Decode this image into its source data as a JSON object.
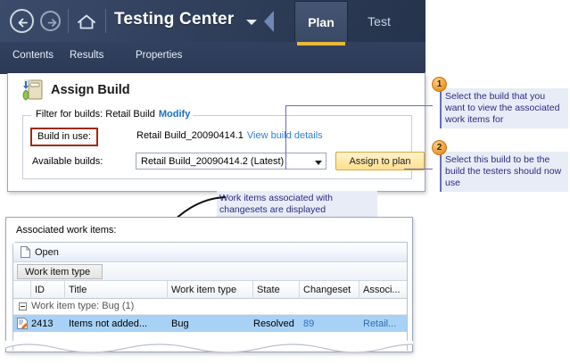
{
  "header": {
    "app_title": "Testing Center",
    "back_icon": "back-arrow-icon",
    "forward_icon": "forward-arrow-icon",
    "home_icon": "home-icon",
    "dropdown_icon": "chevron-down-icon",
    "tabs": [
      {
        "label": "Plan",
        "selected": true
      },
      {
        "label": "Test",
        "selected": false
      }
    ],
    "subnav": [
      {
        "label": "Contents"
      },
      {
        "label": "Results"
      },
      {
        "label": "Properties"
      }
    ],
    "accent_color": "#e8b93a",
    "background_color": "#2e3d5c"
  },
  "panel": {
    "title": "Assign Build",
    "icon": "assign-build-icon",
    "group_legend": "Filter for builds: Retail Build",
    "group_legend_link": "Modify",
    "build_in_use_label": "Build in use:",
    "build_in_use_value": "Retail Build_20090414.1",
    "build_in_use_link": "View build details",
    "available_builds_label": "Available builds:",
    "available_builds_value": "Retail Build_20090414.2 (Latest)",
    "available_builds_options": [
      "Retail Build_20090414.2 (Latest)"
    ],
    "assign_button": "Assign to plan",
    "highlight_color": "#9c2a12",
    "button_color": "#ffdf8e"
  },
  "callouts": [
    {
      "number": "1",
      "text": "Select the build that you want to view the associated work items for"
    },
    {
      "number": "2",
      "text": "Select this build to be the build the testers should now use"
    }
  ],
  "note": {
    "text": "Work items associated with changesets are displayed"
  },
  "grid": {
    "label": "Associated work items:",
    "toolbar": {
      "open_label": "Open",
      "open_icon": "open-document-icon"
    },
    "group_chip": "Work item type",
    "columns": [
      "ID",
      "Title",
      "Work item type",
      "State",
      "Changeset",
      "Associ..."
    ],
    "group_row": "Work item type: Bug (1)",
    "rows": [
      {
        "icon": "work-item-icon",
        "id": "2413",
        "title": "Items not added...",
        "work_item_type": "Bug",
        "state": "Resolved",
        "changeset": "89",
        "associated": "Retail...",
        "selected": true
      }
    ],
    "selection_color": "#a8d2f5"
  }
}
